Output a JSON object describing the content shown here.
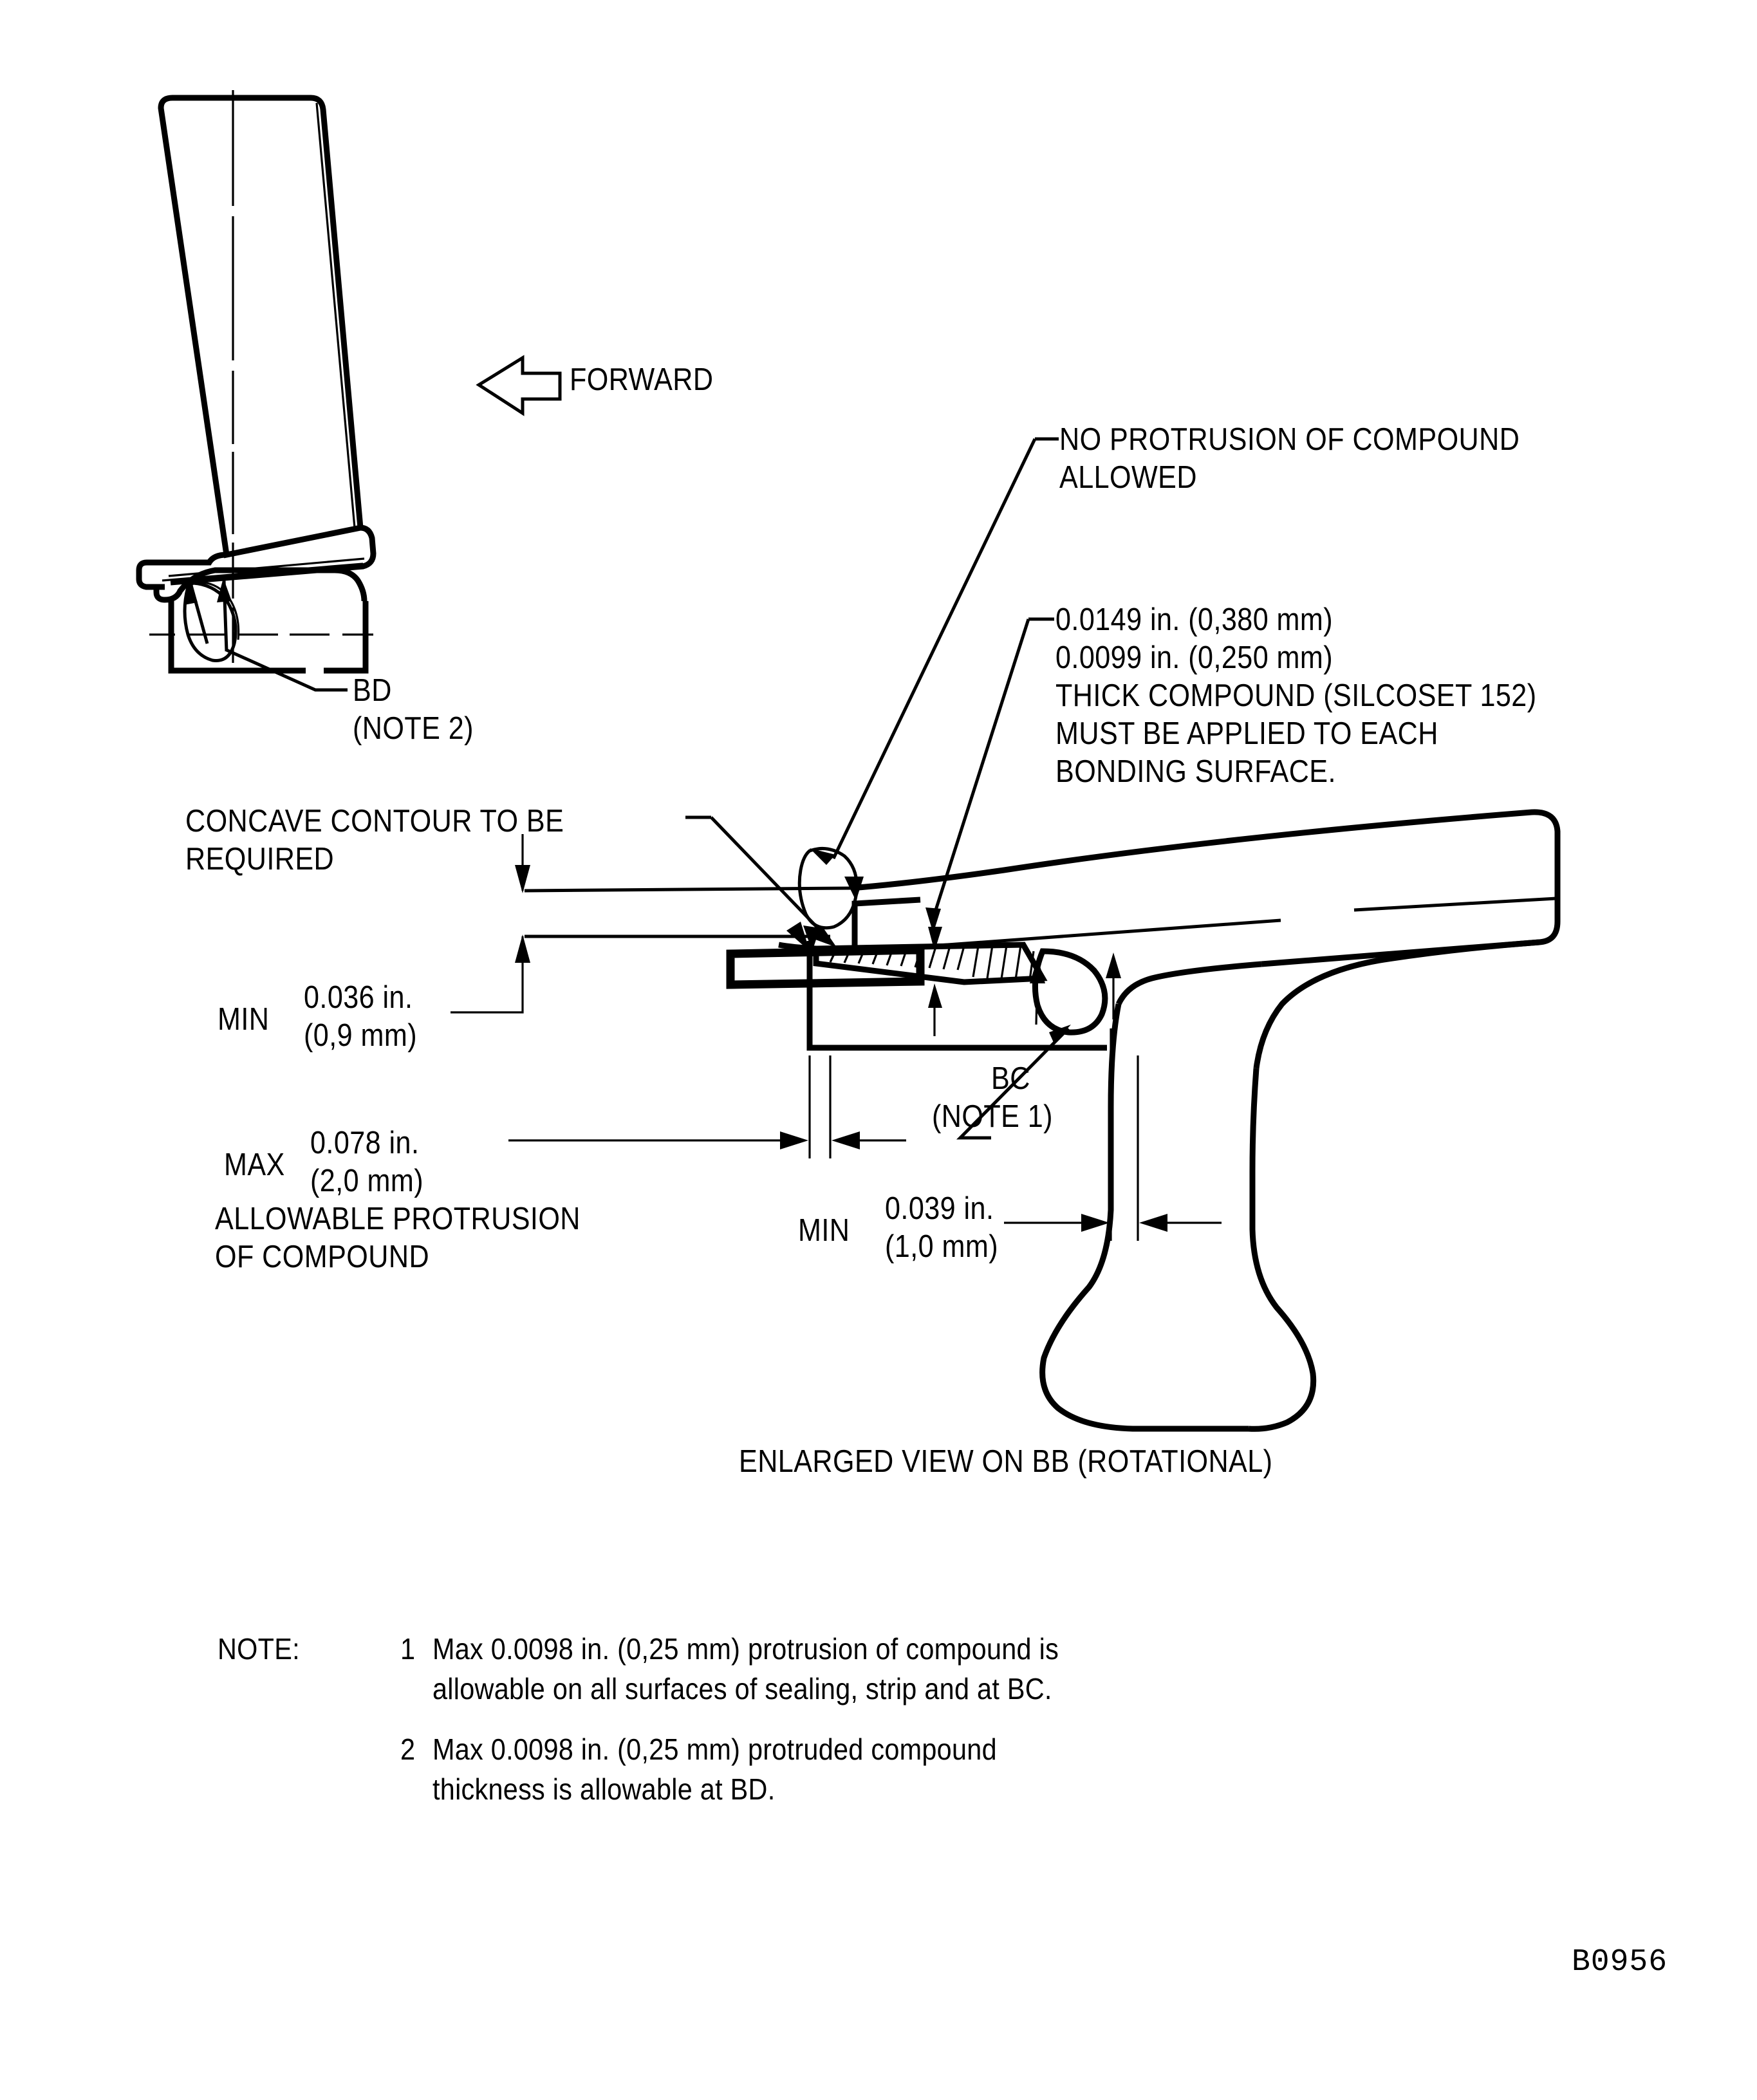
{
  "sheet": {
    "reference_code": "B0956"
  },
  "labels": {
    "forward": "FORWARD",
    "bd": "BD",
    "bd_note": "(NOTE 2)",
    "bc": "BC",
    "bc_note": "(NOTE 1)",
    "no_protrusion_line1": "NO PROTRUSION OF COMPOUND",
    "no_protrusion_line2": "ALLOWED",
    "compound_line1": "0.0149 in. (0,380 mm)",
    "compound_line2": "0.0099 in. (0,250 mm)",
    "compound_line3": "THICK COMPOUND (SILCOSET 152)",
    "compound_line4": "MUST BE APPLIED TO EACH",
    "compound_line5": "BONDING SURFACE.",
    "concave_line1": "CONCAVE CONTOUR TO BE",
    "concave_line2": "REQUIRED",
    "min_036_prefix": "MIN",
    "min_036_line1": "0.036 in.",
    "min_036_line2": "(0,9 mm)",
    "max_078_prefix": "MAX",
    "max_078_line1": "0.078 in.",
    "max_078_line2": "(2,0 mm)",
    "max_078_line3": "ALLOWABLE PROTRUSION",
    "max_078_line4": "OF COMPOUND",
    "min_039_prefix": "MIN",
    "min_039_line1": "0.039 in.",
    "min_039_line2": "(1,0 mm)",
    "view_caption": "ENLARGED VIEW ON BB (ROTATIONAL)"
  },
  "notes": {
    "heading": "NOTE:",
    "items": [
      {
        "number": "1",
        "line1": "Max 0.0098 in. (0,25 mm) protrusion of compound is",
        "line2": "allowable on all surfaces of sealing, strip and at BC."
      },
      {
        "number": "2",
        "line1": "Max 0.0098 in. (0,25 mm) protruded compound",
        "line2": "thickness is allowable at BD."
      }
    ]
  },
  "icons": {
    "forward_arrow": "left-arrow-icon"
  },
  "colors": {
    "ink": "#000000",
    "paper": "#ffffff"
  }
}
